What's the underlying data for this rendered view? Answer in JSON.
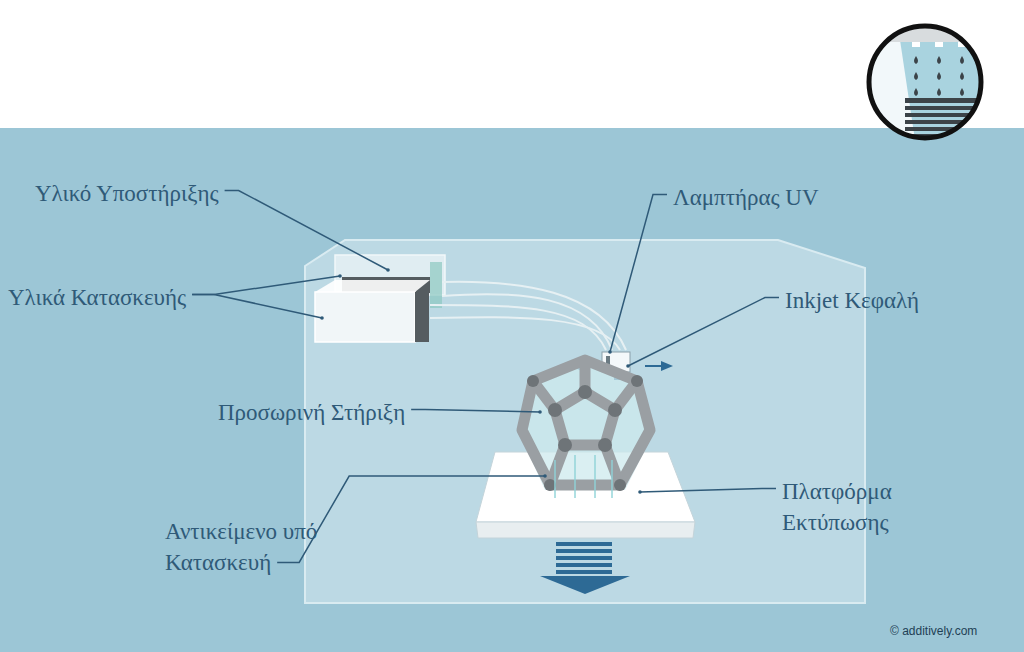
{
  "diagram": {
    "labels": [
      "Υλικό Υποστήριξης",
      "Υλικά Κατασκευής",
      "Λαμπτήρας UV",
      "Inkjet Κεφαλή",
      "Προσωρινή Στήριξη",
      "Πλατφόρμα Εκτύπωσης",
      "Αντικείμενο υπό Κατασκευή",
      "© additively.com"
    ]
  }
}
